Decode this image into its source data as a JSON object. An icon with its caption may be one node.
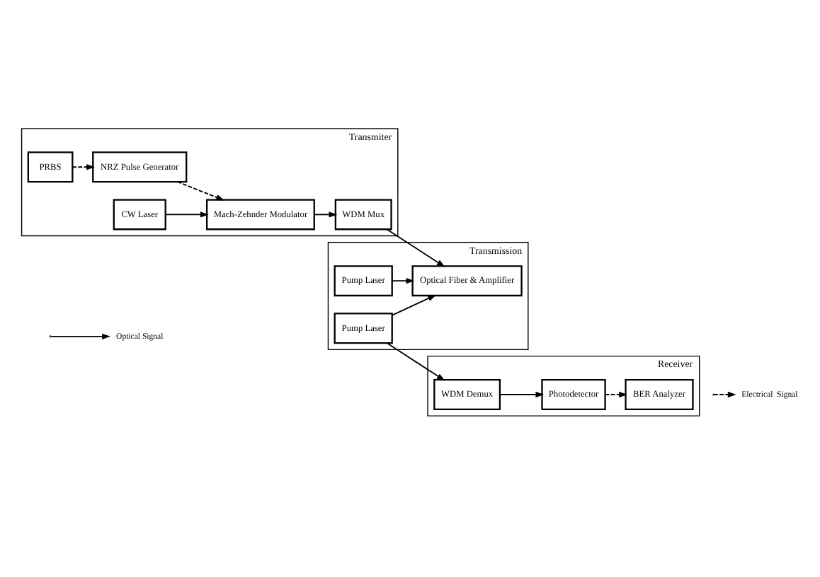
{
  "diagram": {
    "nodes": [
      {
        "text": [
          "Transmiter"
        ]
      },
      {
        "text": [
          "PRBS"
        ],
        "in": 0
      },
      {
        "text": [
          "NRZ Pulse Generator"
        ],
        "in": 0
      },
      {
        "text": [
          "CW Laser"
        ],
        "in": 0
      },
      {
        "text": [
          "Mach-Zehnder Modulator"
        ],
        "in": 0
      },
      {
        "text": [
          "WDM Mux"
        ],
        "in": 0
      },
      {
        "text": [
          "Transmission"
        ]
      },
      {
        "text": [
          "Pump Laser"
        ],
        "in": 6
      },
      {
        "text": [
          "Optical Fiber & Amplifier"
        ],
        "in": 6
      },
      {
        "text": [
          "Pump Laser"
        ],
        "in": 6
      },
      {
        "text": [
          "Receiver"
        ]
      },
      {
        "text": [
          "BER Analyzer"
        ],
        "in": 10
      },
      {
        "text": [
          "Photodetector"
        ],
        "in": 10
      },
      {
        "text": [
          "WDM Demux"
        ],
        "in": 10
      }
    ],
    "edges": [
      {
        "from": 1,
        "to": 2,
        "arrow": "to",
        "style": "dashed"
      },
      {
        "from": 2,
        "to": 4,
        "arrow": "to",
        "style": "dashed"
      },
      {
        "from": 3,
        "to": 4,
        "arrow": "to"
      },
      {
        "from": 4,
        "to": 5,
        "arrow": "to"
      },
      {
        "from": 5,
        "to": 8,
        "arrow": "to"
      },
      {
        "from": 7,
        "to": 8,
        "arrow": "to"
      },
      {
        "from": 9,
        "to": 8,
        "arrow": "to"
      },
      {
        "from": 9,
        "to": 13,
        "arrow": "to"
      },
      {
        "from": 13,
        "to": 12,
        "arrow": "to"
      },
      {
        "from": 12,
        "to": 11,
        "arrow": "to",
        "style": "dashed"
      }
    ],
    "legend": [
      {
        "text": "Electrical  Signal"
      },
      {
        "text": "Optical Signal"
      }
    ]
  }
}
